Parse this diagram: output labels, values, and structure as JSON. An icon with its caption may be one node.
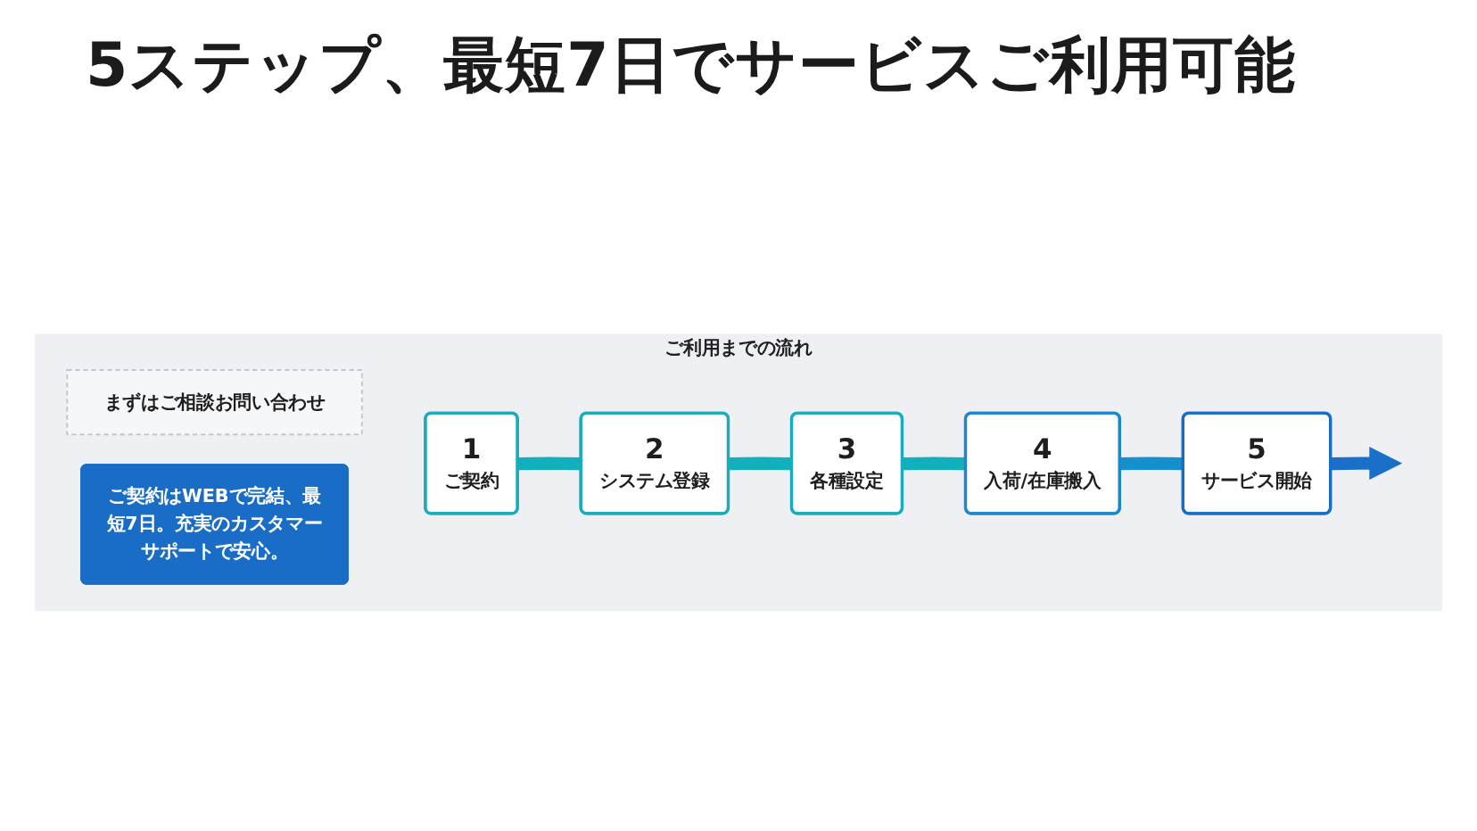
{
  "diagram": {
    "title": "5ステップ、最短7日でサービスご利用可能",
    "nodes": [
      {
        "text": [
          "ご利用までの流れ"
        ]
      },
      {
        "text": [
          "まずはご相談お問い合わせ"
        ],
        "in": 0
      },
      {
        "text": [
          "1",
          "ご契約"
        ],
        "in": 0
      },
      {
        "text": [
          "2",
          "システム登録"
        ],
        "in": 0
      },
      {
        "text": [
          "3",
          "各種設定"
        ],
        "in": 0
      },
      {
        "text": [
          "4",
          "入荷/在庫搬入"
        ],
        "in": 0
      },
      {
        "text": [
          "5",
          "サービス開始"
        ],
        "in": 0
      },
      {
        "text": [
          "ご契約はWEBで完結、最短7日。充実のカスタマーサポートで安心。"
        ],
        "in": 0
      }
    ],
    "edges": [
      {
        "from": 2,
        "to": 3,
        "arrow": "none"
      },
      {
        "from": 3,
        "to": 4,
        "arrow": "none"
      },
      {
        "from": 4,
        "to": 5,
        "arrow": "none"
      },
      {
        "from": 5,
        "to": 6,
        "arrow": "none",
        "color": "#1690cc"
      },
      {
        "from": 6,
        "to": null,
        "arrow": "to",
        "color": "#1a6fc8"
      }
    ]
  }
}
